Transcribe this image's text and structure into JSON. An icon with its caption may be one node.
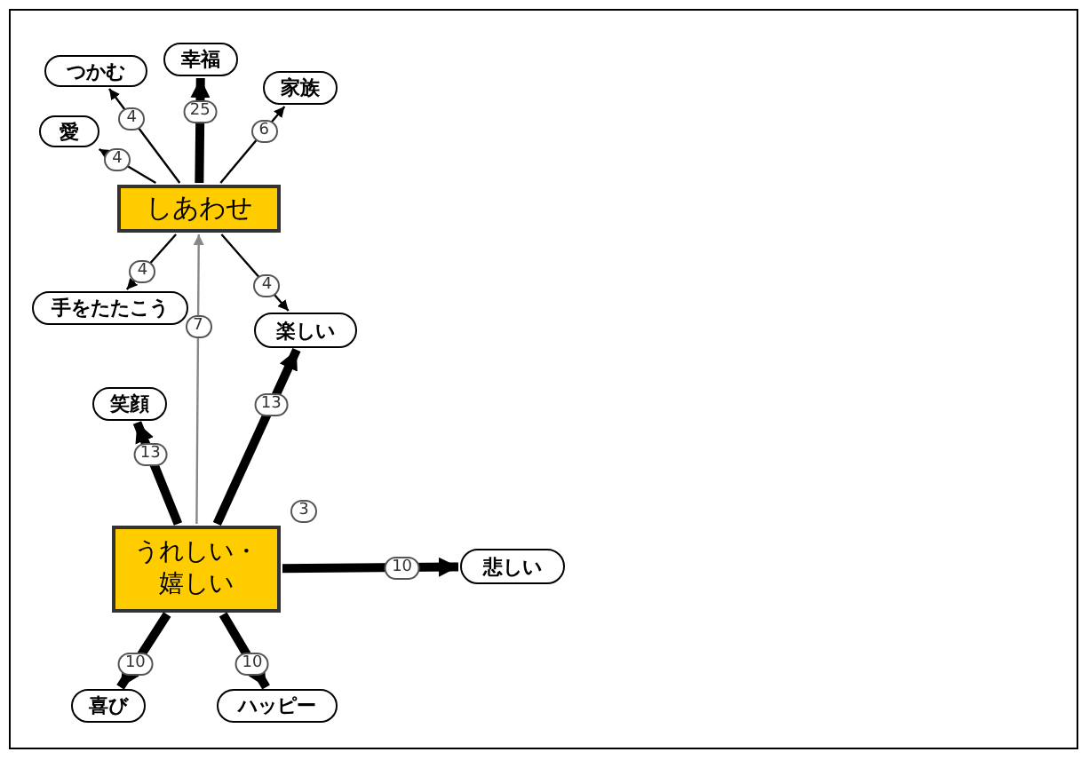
{
  "diagram": {
    "nodes": [
      {
        "text": [
          "しあわせ"
        ]
      },
      {
        "text": [
          "つかむ"
        ]
      },
      {
        "text": [
          "幸福"
        ]
      },
      {
        "text": [
          "家族"
        ]
      },
      {
        "text": [
          "愛"
        ]
      },
      {
        "text": [
          "手をたたこう"
        ]
      },
      {
        "text": [
          "楽しい"
        ]
      },
      {
        "text": [
          "笑顔"
        ]
      },
      {
        "text": [
          "うれしい・嬉しい"
        ]
      },
      {
        "text": [
          "悲しい"
        ]
      },
      {
        "text": [
          "喜び"
        ]
      },
      {
        "text": [
          "ハッピー"
        ]
      }
    ],
    "edges": [
      {
        "from": 0,
        "to": 1,
        "arrow": "to",
        "label": "4"
      },
      {
        "from": 0,
        "to": 2,
        "arrow": "to",
        "label": "25",
        "style": "thick"
      },
      {
        "from": 0,
        "to": 3,
        "arrow": "to",
        "label": "6"
      },
      {
        "from": 0,
        "to": 4,
        "arrow": "to",
        "label": "4"
      },
      {
        "from": 0,
        "to": 5,
        "arrow": "to",
        "label": "4"
      },
      {
        "from": 0,
        "to": 6,
        "arrow": "to",
        "label": "4"
      },
      {
        "from": 8,
        "to": 0,
        "arrow": "to",
        "label": "7",
        "color": "#888888"
      },
      {
        "from": 8,
        "to": 7,
        "arrow": "to",
        "label": "13",
        "style": "thick"
      },
      {
        "from": 8,
        "to": 6,
        "arrow": "to",
        "label": "13",
        "style": "thick"
      },
      {
        "from": 8,
        "to": 9,
        "arrow": "to",
        "label": "10",
        "style": "thick"
      },
      {
        "from": 8,
        "to": 10,
        "arrow": "to",
        "label": "10",
        "style": "thick"
      },
      {
        "from": 8,
        "to": 11,
        "arrow": "to",
        "label": "10",
        "style": "thick"
      }
    ],
    "labels": [
      "3"
    ]
  }
}
